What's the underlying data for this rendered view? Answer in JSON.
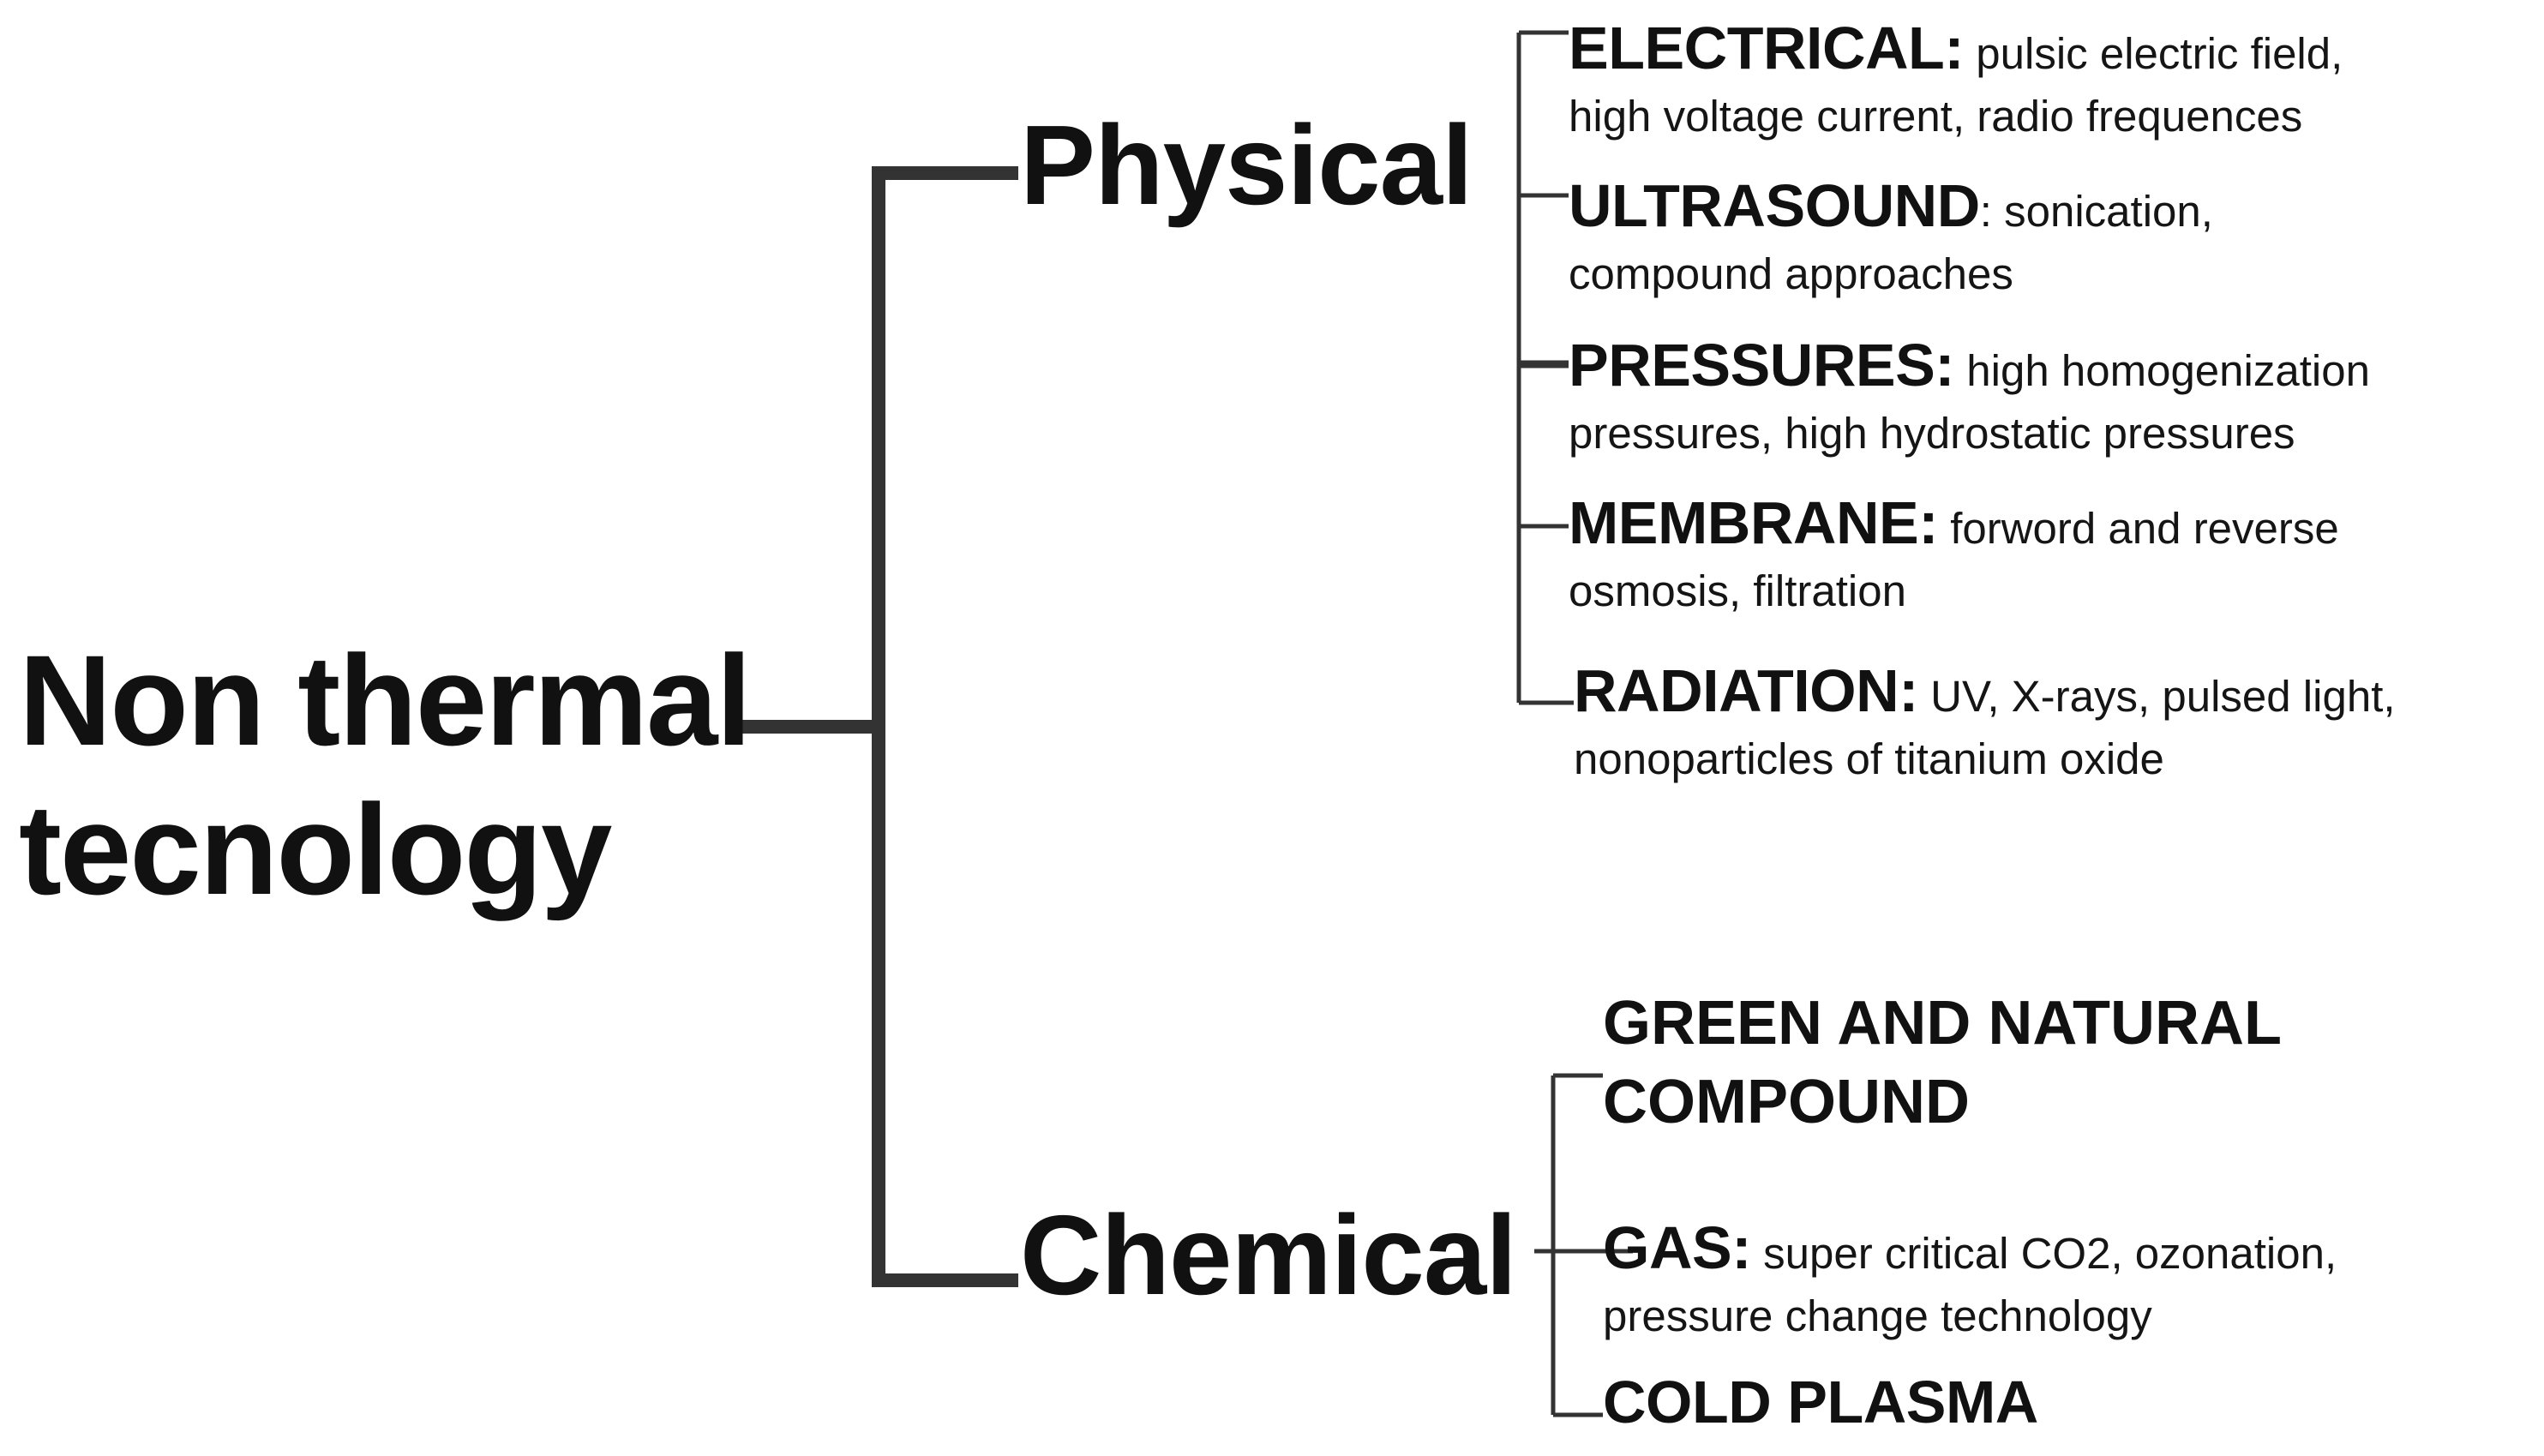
{
  "root": {
    "line1": "Non thermal",
    "line2": "tecnology"
  },
  "branches": {
    "physical": {
      "label": "Physical",
      "items": [
        {
          "heading": "ELECTRICAL:",
          "detail": " pulsic electric field, high voltage current, radio frequences"
        },
        {
          "heading": "ULTRASOUND",
          "detail": ": sonication, compound approaches"
        },
        {
          "heading": "PRESSURES:",
          "detail": " high homogenization pressures, high hydrostatic pressures"
        },
        {
          "heading": "MEMBRANE:",
          "detail": " forword and reverse osmosis, filtration"
        },
        {
          "heading": "RADIATION:",
          "detail": " UV, X-rays, pulsed light, nonoparticles of titanium oxide"
        }
      ]
    },
    "chemical": {
      "label": "Chemical",
      "items": [
        {
          "heading": "GREEN AND NATURAL COMPOUND",
          "detail": ""
        },
        {
          "heading": "GAS:",
          "detail": " super critical CO2, ozonation, pressure change technology"
        },
        {
          "heading": "COLD PLASMA",
          "detail": ""
        }
      ]
    }
  },
  "colors": {
    "line": "#333333",
    "text": "#111111"
  }
}
